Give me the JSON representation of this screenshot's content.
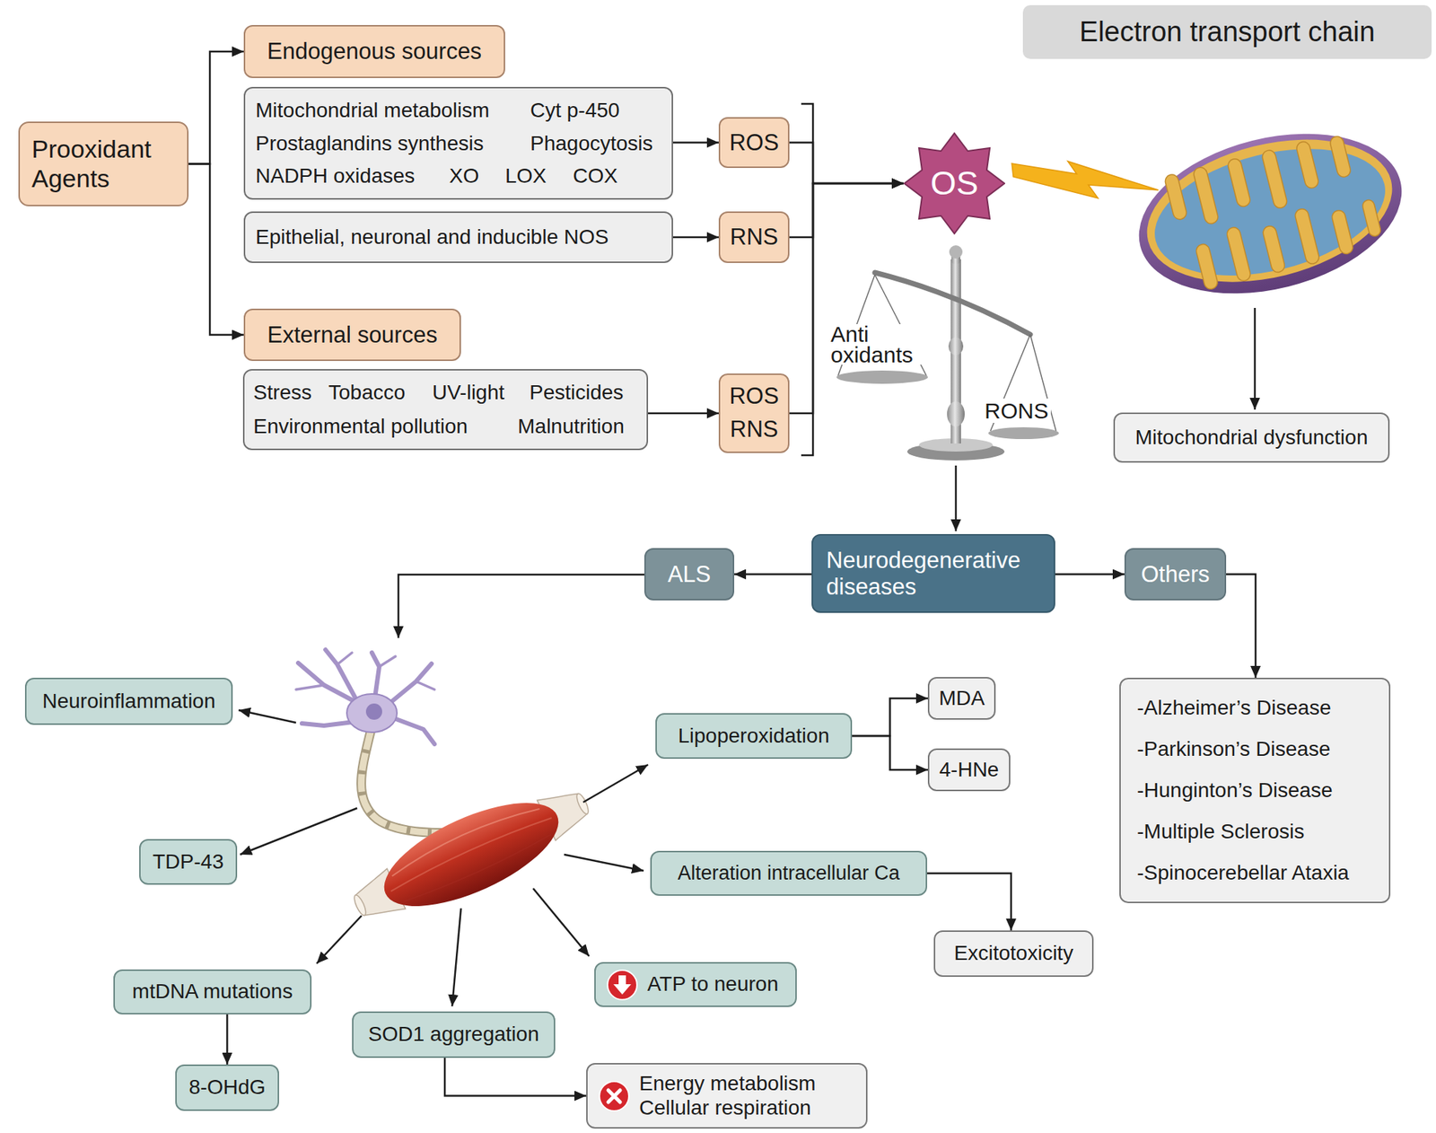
{
  "diagram": {
    "nodes": [
      {
        "text": [
          "Prooxidant Agents"
        ]
      },
      {
        "text": [
          "Endogenous sources"
        ]
      },
      {
        "text": [
          "Mitochondrial metabolism",
          "Cyt p-450",
          "Prostaglandins synthesis",
          "Phagocytosis",
          "NADPH oxidases",
          "XO",
          "LOX",
          "COX"
        ]
      },
      {
        "text": [
          "ROS"
        ]
      },
      {
        "text": [
          "Epithelial, neuronal and inducible NOS"
        ]
      },
      {
        "text": [
          "RNS"
        ]
      },
      {
        "text": [
          "External sources"
        ]
      },
      {
        "text": [
          "Stress",
          "Tobacco",
          "UV-light",
          "Pesticides",
          "Environmental pollution",
          "Malnutrition"
        ]
      },
      {
        "text": [
          "ROS",
          "RNS"
        ]
      },
      {
        "text": [
          "OS"
        ]
      },
      {
        "text": [
          "Electron transport chain"
        ]
      },
      {
        "text": [
          "Mitochondrial dysfunction"
        ]
      },
      {
        "text": [
          "Neurodegenerative diseases"
        ]
      },
      {
        "text": [
          "ALS"
        ]
      },
      {
        "text": [
          "Others"
        ]
      },
      {
        "text": [
          "-Alzheimer’s Disease",
          "-Parkinson’s Disease",
          "-Hunginton’s Disease",
          "-Multiple Sclerosis",
          "-Spinocerebellar Ataxia"
        ]
      },
      {
        "text": [
          "Neuroinflammation"
        ]
      },
      {
        "text": [
          "TDP-43"
        ]
      },
      {
        "text": [
          "mtDNA mutations"
        ]
      },
      {
        "text": [
          "8-OHdG"
        ]
      },
      {
        "text": [
          "SOD1 aggregation"
        ]
      },
      {
        "text": [
          "Energy metabolism Cellular respiration"
        ]
      },
      {
        "text": [
          "ATP to neuron"
        ]
      },
      {
        "text": [
          "Lipoperoxidation"
        ]
      },
      {
        "text": [
          "MDA"
        ]
      },
      {
        "text": [
          "4-HNe"
        ]
      },
      {
        "text": [
          "Alteration intracellular Ca"
        ]
      },
      {
        "text": [
          "Excitotoxicity"
        ]
      }
    ],
    "edges": [
      {
        "from": 0,
        "to": 1,
        "arrow": "to"
      },
      {
        "from": 0,
        "to": 6,
        "arrow": "to"
      },
      {
        "from": 2,
        "to": 3,
        "arrow": "to"
      },
      {
        "from": 4,
        "to": 5,
        "arrow": "to"
      },
      {
        "from": 7,
        "to": 8,
        "arrow": "to"
      },
      {
        "from": 3,
        "to": 9,
        "arrow": "to"
      },
      {
        "from": 5,
        "to": 9,
        "arrow": "to"
      },
      {
        "from": 8,
        "to": 9,
        "arrow": "to"
      },
      {
        "from": 12,
        "to": 13,
        "arrow": "to"
      },
      {
        "from": 12,
        "to": 14,
        "arrow": "to"
      },
      {
        "from": 14,
        "to": 15,
        "arrow": "to"
      },
      {
        "from": 18,
        "to": 19,
        "arrow": "to"
      },
      {
        "from": 20,
        "to": 21,
        "arrow": "to"
      },
      {
        "from": 23,
        "to": 24,
        "arrow": "to"
      },
      {
        "from": 23,
        "to": 25,
        "arrow": "to"
      },
      {
        "from": 26,
        "to": 27,
        "arrow": "to"
      }
    ],
    "labels": [
      "Anti oxidants",
      "RONS"
    ]
  }
}
